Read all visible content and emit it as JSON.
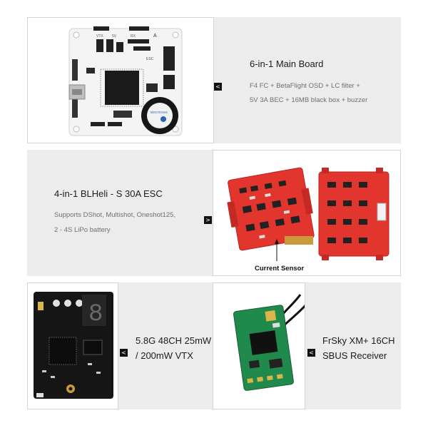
{
  "main_board": {
    "title": "6-in-1 Main Board",
    "desc_line1": "F4 FC + BetaFlight OSD + LC filter +",
    "desc_line2": "5V 3A BEC + 16MB black box + buzzer",
    "arrow": "<",
    "buzzer_text": "REMOVE AFTER WASHING",
    "pcb_labels": {
      "vtx": "VTX",
      "rx": "RX",
      "esc": "ESC",
      "voltage": "5V",
      "a": "A"
    }
  },
  "esc": {
    "title": "4-in-1 BLHeli - S 30A ESC",
    "desc_line1": "Supports DShot, Multishot, Oneshot125,",
    "desc_line2": "2 - 4S LiPo battery",
    "arrow": ">",
    "sensor_label": "Current Sensor"
  },
  "vtx": {
    "title_line1": "5.8G 48CH 25mW",
    "title_line2": "/ 200mW VTX",
    "arrow": "<",
    "digit": "8"
  },
  "receiver": {
    "title_line1": "FrSky XM+ 16CH",
    "title_line2": "SBUS Receiver",
    "arrow": "<"
  },
  "colors": {
    "panel_bg": "#ececec",
    "pcb_white": "#f4f4f4",
    "pcb_red": "#e2352e",
    "pcb_black": "#151515",
    "pcb_green": "#1f8a4c"
  }
}
